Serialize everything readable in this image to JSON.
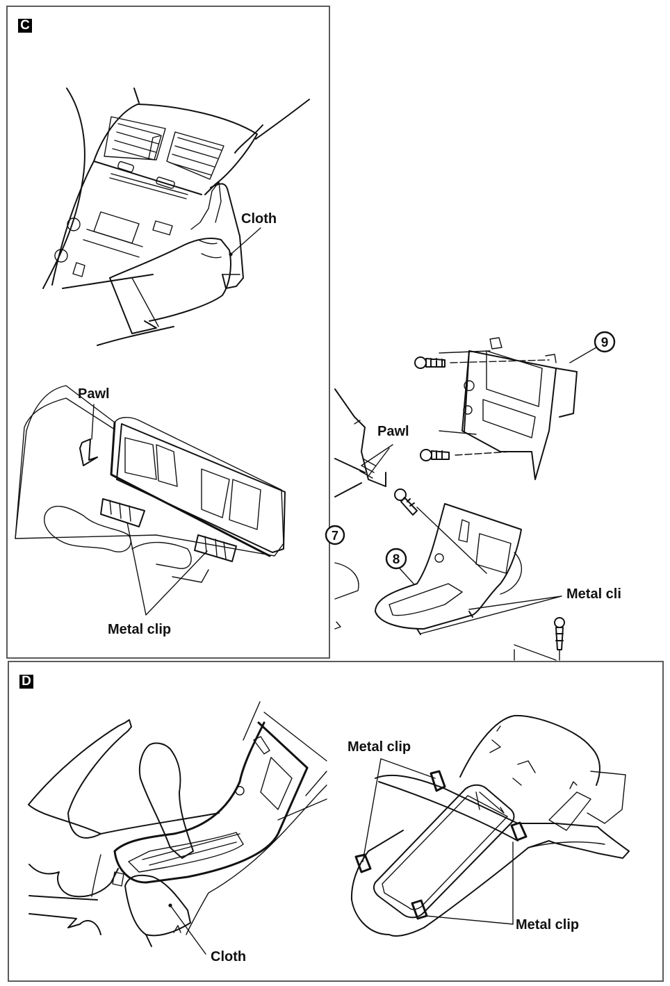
{
  "document": {
    "type": "service-manual-illustration",
    "panels": [
      {
        "id": "C",
        "badge": "C",
        "labels": {
          "cloth": "Cloth",
          "pawl": "Pawl",
          "metal_clip": "Metal clip"
        }
      },
      {
        "id": "D",
        "badge": "D",
        "labels": {
          "cloth": "Cloth",
          "metal_clip_top": "Metal clip",
          "metal_clip_bottom": "Metal clip"
        }
      }
    ],
    "exploded_view": {
      "labels": {
        "pawl": "Pawl",
        "metal_clip_partial": "Metal cli"
      },
      "callouts": [
        "9",
        "8",
        "7"
      ]
    }
  }
}
